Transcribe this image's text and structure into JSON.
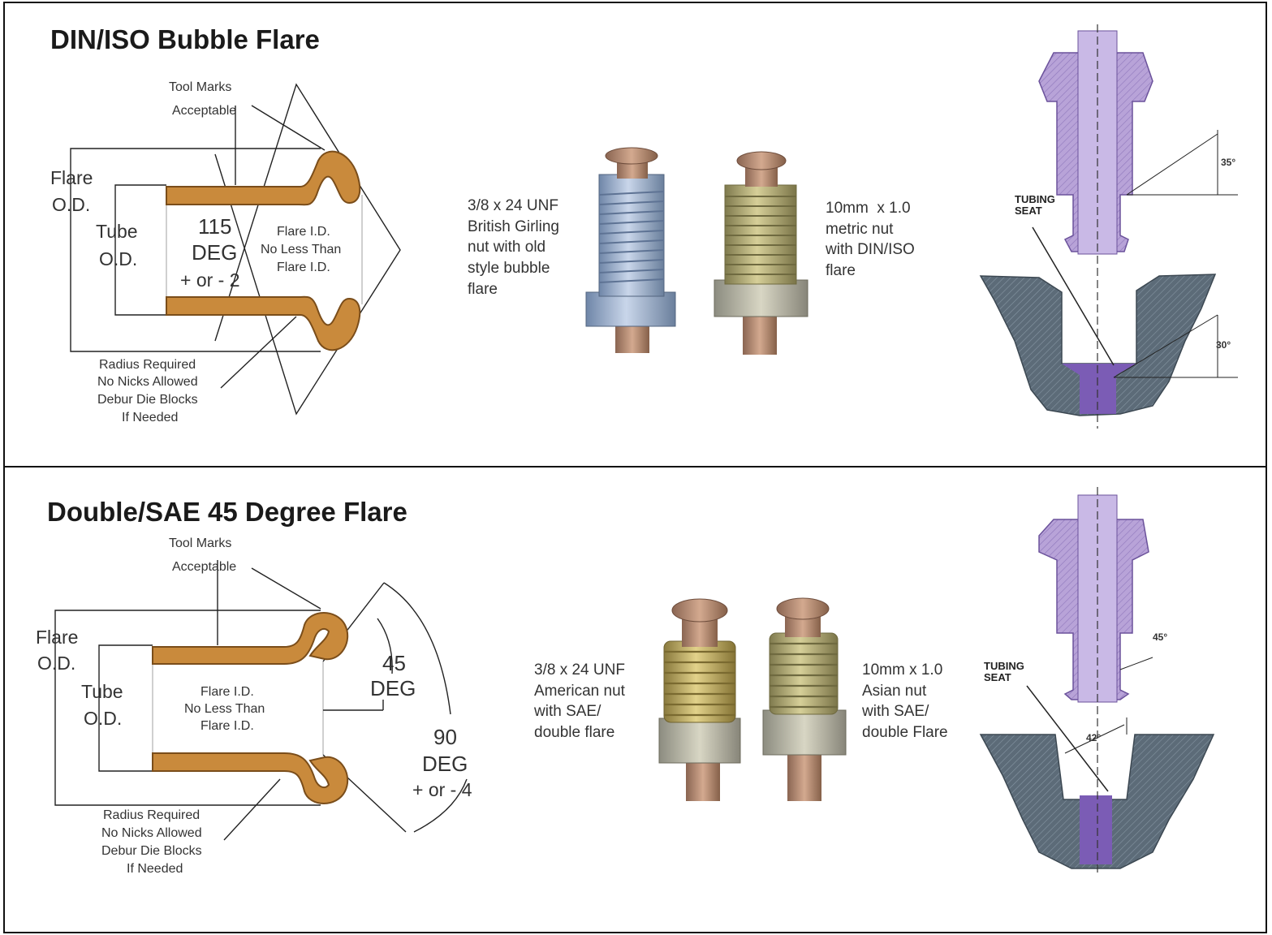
{
  "top": {
    "title": "DIN/ISO Bubble Flare",
    "tool_marks": "Tool Marks",
    "acceptable": "Acceptable",
    "flare_od_1": "Flare",
    "flare_od_2": "O.D.",
    "tube_od_1": "Tube",
    "tube_od_2": "O.D.",
    "angle_1": "115",
    "angle_2": "DEG",
    "angle_3": "+ or - 2",
    "flare_id_1": "Flare I.D.",
    "flare_id_2": "No Less Than",
    "flare_id_3": "Flare I.D.",
    "radius_1": "Radius Required",
    "radius_2": "No Nicks Allowed",
    "radius_3": "Debur Die Blocks",
    "radius_4": "If Needed",
    "caption_left": "3/8 x 24 UNF\nBritish Girling\nnut with old\nstyle bubble\nflare",
    "caption_right": "10mm  x 1.0\nmetric nut\nwith DIN/ISO\nflare",
    "tubing_seat": "TUBING\nSEAT",
    "angle_nut": "35°",
    "angle_seat": "30°"
  },
  "bottom": {
    "title": "Double/SAE 45 Degree Flare",
    "tool_marks": "Tool Marks",
    "acceptable": "Acceptable",
    "flare_od_1": "Flare",
    "flare_od_2": "O.D.",
    "tube_od_1": "Tube",
    "tube_od_2": "O.D.",
    "flare_id_1": "Flare I.D.",
    "flare_id_2": "No Less Than",
    "flare_id_3": "Flare I.D.",
    "angle45_1": "45",
    "angle45_2": "DEG",
    "angle90_1": "90",
    "angle90_2": "DEG",
    "angle90_3": "+ or - 4",
    "radius_1": "Radius Required",
    "radius_2": "No Nicks Allowed",
    "radius_3": "Debur Die Blocks",
    "radius_4": "If Needed",
    "caption_left": "3/8 x 24 UNF\nAmerican nut\nwith SAE/\ndouble flare",
    "caption_right": "10mm x 1.0\nAsian nut\nwith SAE/\ndouble Flare",
    "tubing_seat": "TUBING\nSEAT",
    "angle_nut": "45°",
    "angle_seat": "42°"
  },
  "colors": {
    "tube_brown": "#c98a3c",
    "nut_purple": "#b8a3d8",
    "seat_gray": "#5c6b78",
    "purple_dark": "#7b5cb5",
    "zinc_blue": "#9fb4d4",
    "brass": "#b8ae72",
    "copper": "#b48a70"
  }
}
